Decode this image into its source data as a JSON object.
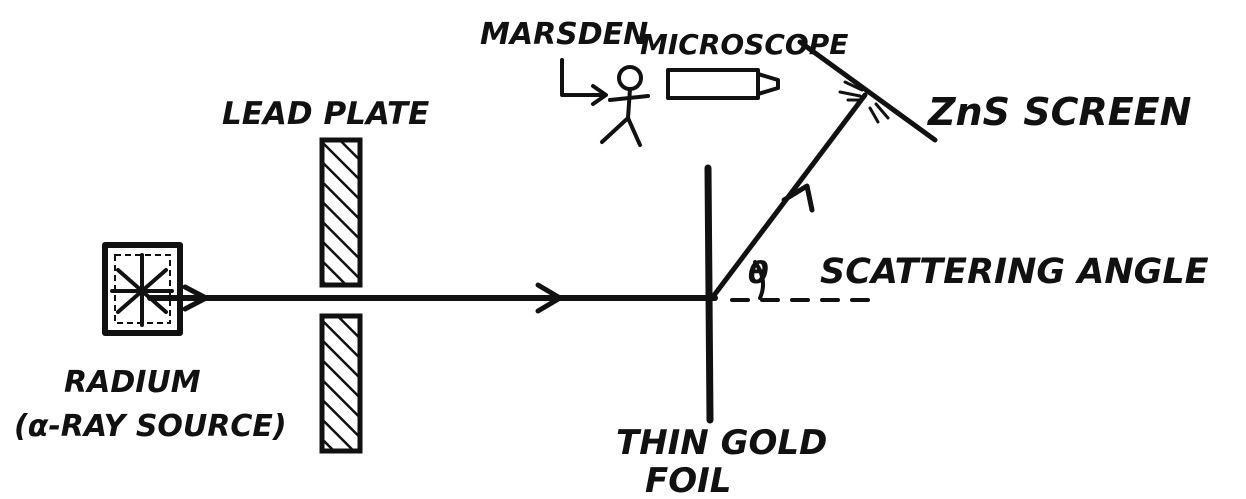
{
  "labels": {
    "marsden": "MARSDEN",
    "microscope": "MICROSCOPE",
    "lead_plate": "LEAD PLATE",
    "zns_screen": "ZnS SCREEN",
    "theta": "θ",
    "scattering_angle": "SCATTERING ANGLE",
    "radium": "RADIUM",
    "source_note": "(α-RAY SOURCE)",
    "thin_gold": "THIN GOLD",
    "foil": "FOIL"
  },
  "colors": {
    "ink": "#111111",
    "paper": "#ffffff"
  }
}
